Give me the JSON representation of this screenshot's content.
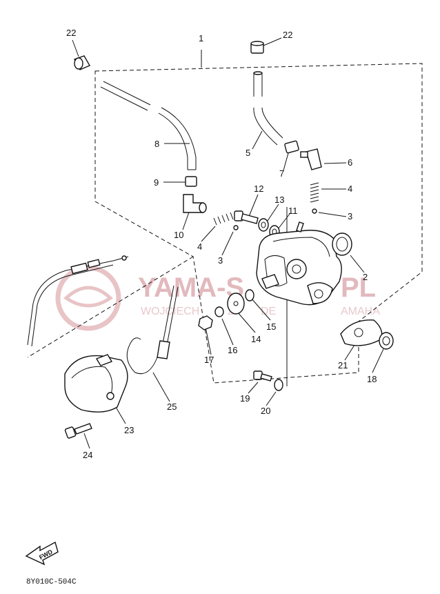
{
  "callouts": [
    {
      "id": "22a",
      "text": "22"
    },
    {
      "id": "22b",
      "text": "22"
    },
    {
      "id": "1",
      "text": "1"
    },
    {
      "id": "8",
      "text": "8"
    },
    {
      "id": "9",
      "text": "9"
    },
    {
      "id": "10",
      "text": "10"
    },
    {
      "id": "5",
      "text": "5"
    },
    {
      "id": "7",
      "text": "7"
    },
    {
      "id": "6",
      "text": "6"
    },
    {
      "id": "12",
      "text": "12"
    },
    {
      "id": "13",
      "text": "13"
    },
    {
      "id": "11",
      "text": "11"
    },
    {
      "id": "4a",
      "text": "4"
    },
    {
      "id": "3a",
      "text": "3"
    },
    {
      "id": "4b",
      "text": "4"
    },
    {
      "id": "3b",
      "text": "3"
    },
    {
      "id": "2",
      "text": "2"
    },
    {
      "id": "14",
      "text": "14"
    },
    {
      "id": "15",
      "text": "15"
    },
    {
      "id": "16",
      "text": "16"
    },
    {
      "id": "17",
      "text": "17"
    },
    {
      "id": "21",
      "text": "21"
    },
    {
      "id": "18",
      "text": "18"
    },
    {
      "id": "19",
      "text": "19"
    },
    {
      "id": "20",
      "text": "20"
    },
    {
      "id": "23",
      "text": "23"
    },
    {
      "id": "24",
      "text": "24"
    },
    {
      "id": "25",
      "text": "25"
    }
  ],
  "fwd_label": "FWD",
  "diagram_code": "8Y010C-504C",
  "watermark": {
    "main": "YAMA-S",
    "main_end": "PL",
    "sub_left": "WOJCIECH",
    "sub_mid": "Z",
    "sub_right": "DE",
    "sub_end": "AMAHA"
  },
  "colors": {
    "ink": "#111111",
    "watermark": "#e2b9bd",
    "background": "#ffffff"
  }
}
